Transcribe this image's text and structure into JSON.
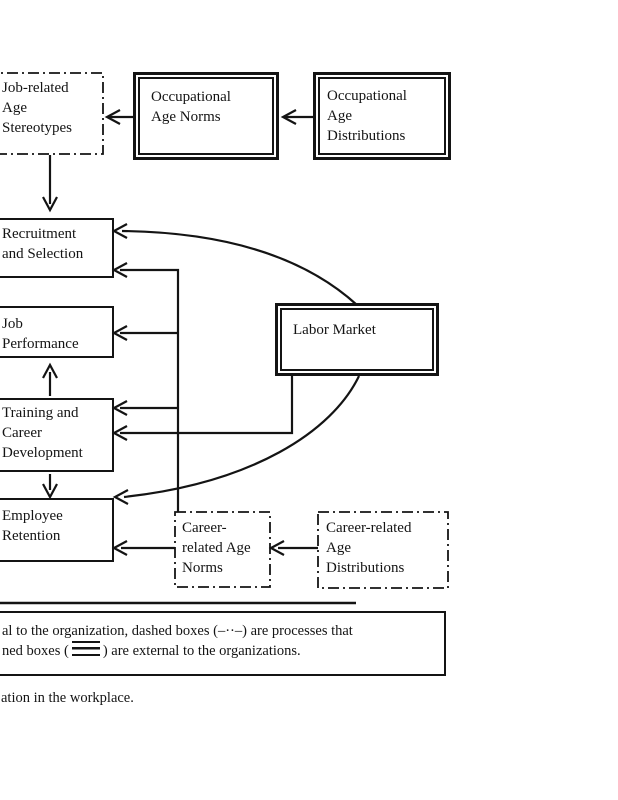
{
  "diagram": {
    "boxes": {
      "stereotypes": {
        "lines": [
          "Job-related",
          "Age",
          "Stereotypes"
        ]
      },
      "occ_norms": {
        "lines": [
          "Occupational",
          "Age Norms"
        ]
      },
      "occ_dist": {
        "lines": [
          "Occupational",
          "Age",
          "Distributions"
        ]
      },
      "recruitment": {
        "lines": [
          "Recruitment",
          "and Selection"
        ]
      },
      "job_performance": {
        "lines": [
          "Job",
          "Performance"
        ]
      },
      "training": {
        "lines": [
          "Training and",
          "Career",
          "Development"
        ]
      },
      "employee": {
        "lines": [
          "Employee",
          "Retention"
        ]
      },
      "labor_market": {
        "lines": [
          "Labor Market"
        ]
      },
      "career_norms": {
        "lines": [
          "Career-",
          "related Age",
          "Norms"
        ]
      },
      "career_dist": {
        "lines": [
          "Career-related",
          "Age",
          "Distributions"
        ]
      }
    },
    "legend": {
      "line1": "al to the organization, dashed boxes (–··–) are processes that",
      "line2_prefix": "ned boxes (",
      "line2_suffix": ") are external to the organizations."
    },
    "caption": "ation in the workplace.",
    "colors": {
      "ink": "#141414",
      "background": "#ffffff"
    }
  }
}
